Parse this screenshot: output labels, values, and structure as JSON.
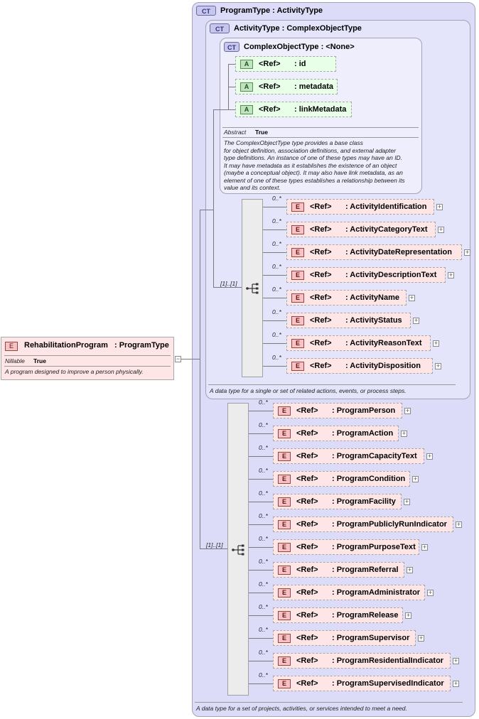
{
  "root": {
    "badge": "E",
    "name": "RehabilitationProgram",
    "type_label": ": ProgramType",
    "nillable_label": "Nillable",
    "nillable_value": "True",
    "description": "A program designed to improve a person physically."
  },
  "program_type": {
    "badge": "CT",
    "title": "ProgramType : ActivityType",
    "description": "A data type for a set of projects, activities, or services intended to meet a need.",
    "multiplicity": "[1]..[1]"
  },
  "activity_type": {
    "badge": "CT",
    "title": "ActivityType : ComplexObjectType",
    "description": "A data type for a single or set of related actions, events, or process steps.",
    "multiplicity": "[1]..[1]"
  },
  "complex_object_type": {
    "badge": "CT",
    "title": "ComplexObjectType : <None>",
    "abstract_label": "Abstract",
    "abstract_value": "True",
    "description_lines": [
      "The ComplexObjectType type provides a base class",
      "for object definition, association definitions, and external adapter",
      "type definitions. An instance of one of these types may have an ID.",
      "It may have metadata as it establishes the existence of an object",
      "(maybe a conceptual object). It may also have link metadata, as an",
      "element of one of these types establishes a relationship between its",
      "value and its context."
    ],
    "attributes": [
      {
        "badge": "A",
        "ref": "<Ref>",
        "name": ": id"
      },
      {
        "badge": "A",
        "ref": "<Ref>",
        "name": ": metadata"
      },
      {
        "badge": "A",
        "ref": "<Ref>",
        "name": ": linkMetadata"
      }
    ]
  },
  "activity_elements": [
    {
      "mult": "0..*",
      "ref": "<Ref>",
      "name": ": ActivityIdentification"
    },
    {
      "mult": "0..*",
      "ref": "<Ref>",
      "name": ": ActivityCategoryText"
    },
    {
      "mult": "0..*",
      "ref": "<Ref>",
      "name": ": ActivityDateRepresentation"
    },
    {
      "mult": "0..*",
      "ref": "<Ref>",
      "name": ": ActivityDescriptionText"
    },
    {
      "mult": "0..*",
      "ref": "<Ref>",
      "name": ": ActivityName"
    },
    {
      "mult": "0..*",
      "ref": "<Ref>",
      "name": ": ActivityStatus"
    },
    {
      "mult": "0..*",
      "ref": "<Ref>",
      "name": ": ActivityReasonText"
    },
    {
      "mult": "0..*",
      "ref": "<Ref>",
      "name": ": ActivityDisposition"
    }
  ],
  "program_elements": [
    {
      "mult": "0..*",
      "ref": "<Ref>",
      "name": ": ProgramPerson"
    },
    {
      "mult": "0..*",
      "ref": "<Ref>",
      "name": ": ProgramAction"
    },
    {
      "mult": "0..*",
      "ref": "<Ref>",
      "name": ": ProgramCapacityText"
    },
    {
      "mult": "0..*",
      "ref": "<Ref>",
      "name": ": ProgramCondition"
    },
    {
      "mult": "0..*",
      "ref": "<Ref>",
      "name": ": ProgramFacility"
    },
    {
      "mult": "0..*",
      "ref": "<Ref>",
      "name": ": ProgramPubliclyRunIndicator"
    },
    {
      "mult": "0..*",
      "ref": "<Ref>",
      "name": ": ProgramPurposeText"
    },
    {
      "mult": "0..*",
      "ref": "<Ref>",
      "name": ": ProgramReferral"
    },
    {
      "mult": "0..*",
      "ref": "<Ref>",
      "name": ": ProgramAdministrator"
    },
    {
      "mult": "0..*",
      "ref": "<Ref>",
      "name": ": ProgramRelease"
    },
    {
      "mult": "0..*",
      "ref": "<Ref>",
      "name": ": ProgramSupervisor"
    },
    {
      "mult": "0..*",
      "ref": "<Ref>",
      "name": ": ProgramResidentialIndicator"
    },
    {
      "mult": "0..*",
      "ref": "<Ref>",
      "name": ": ProgramSupervisedIndicator"
    }
  ],
  "expander": "+",
  "collapser": "−",
  "colors": {
    "outer_box": "#dcdcf8",
    "mid_box": "#e4e4fa",
    "inner_box": "#eeeefc",
    "element_fill": "#ffe6e6",
    "attribute_fill": "#e8ffe8"
  }
}
